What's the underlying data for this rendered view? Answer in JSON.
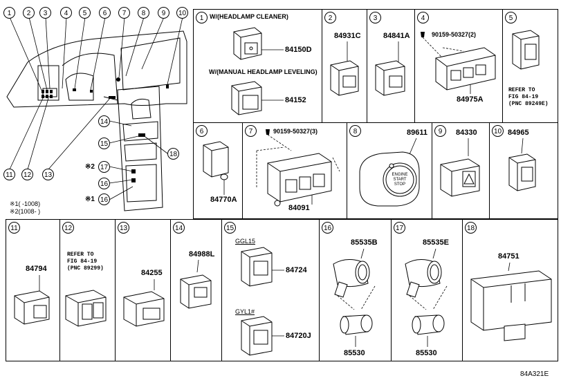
{
  "overview": {
    "callouts": [
      "1",
      "2",
      "3",
      "4",
      "5",
      "6",
      "7",
      "8",
      "9",
      "10",
      "11",
      "12",
      "13",
      "14",
      "15",
      "17",
      "16",
      "16"
    ],
    "legend": [
      {
        "mark": "※1",
        "text": "(      -1008)"
      },
      {
        "mark": "※2",
        "text": "(1008-      )"
      }
    ],
    "marks": {
      "m17": "※2",
      "m16": "※1"
    }
  },
  "cells": {
    "c1": {
      "num": "1",
      "title1": "W/(HEADLAMP CLEANER)",
      "title2": "W/(MANUAL HEADLAMP LEVELING)",
      "pn1": "84150D",
      "pn2": "84152"
    },
    "c2": {
      "num": "2",
      "pn": "84931C"
    },
    "c3": {
      "num": "3",
      "pn": "84841A"
    },
    "c4": {
      "num": "4",
      "screw": "90159-50327(2)",
      "pn": "84975A"
    },
    "c5": {
      "num": "5",
      "ref": "REFER TO\nFIG 84-19\n(PNC 89249E)"
    },
    "c6": {
      "num": "6",
      "pn": "84770A"
    },
    "c7": {
      "num": "7",
      "screw": "90159-50327(3)",
      "pn": "84091"
    },
    "c8": {
      "num": "8",
      "pn": "89611",
      "button": [
        "ENGINE",
        "START",
        "STOP"
      ]
    },
    "c9": {
      "num": "9",
      "pn": "84330"
    },
    "c10": {
      "num": "10",
      "pn": "84965"
    },
    "c11": {
      "num": "11",
      "pn": "84794"
    },
    "c12": {
      "num": "12",
      "ref": "REFER TO\nFIG 84-19\n(PNC 89299)"
    },
    "c13": {
      "num": "13",
      "pn": "84255"
    },
    "c14": {
      "num": "14",
      "pn": "84988L"
    },
    "c15": {
      "num": "15",
      "grade1": "GGL15",
      "pn1": "84724",
      "grade2": "GYL1#",
      "pn2": "84720J"
    },
    "c16": {
      "num": "16",
      "pn1": "85535B",
      "pn2": "85530"
    },
    "c17": {
      "num": "17",
      "pn1": "85535E",
      "pn2": "85530"
    },
    "c18": {
      "num": "18",
      "pn": "84751"
    }
  },
  "footer": {
    "code": "84A321E"
  }
}
